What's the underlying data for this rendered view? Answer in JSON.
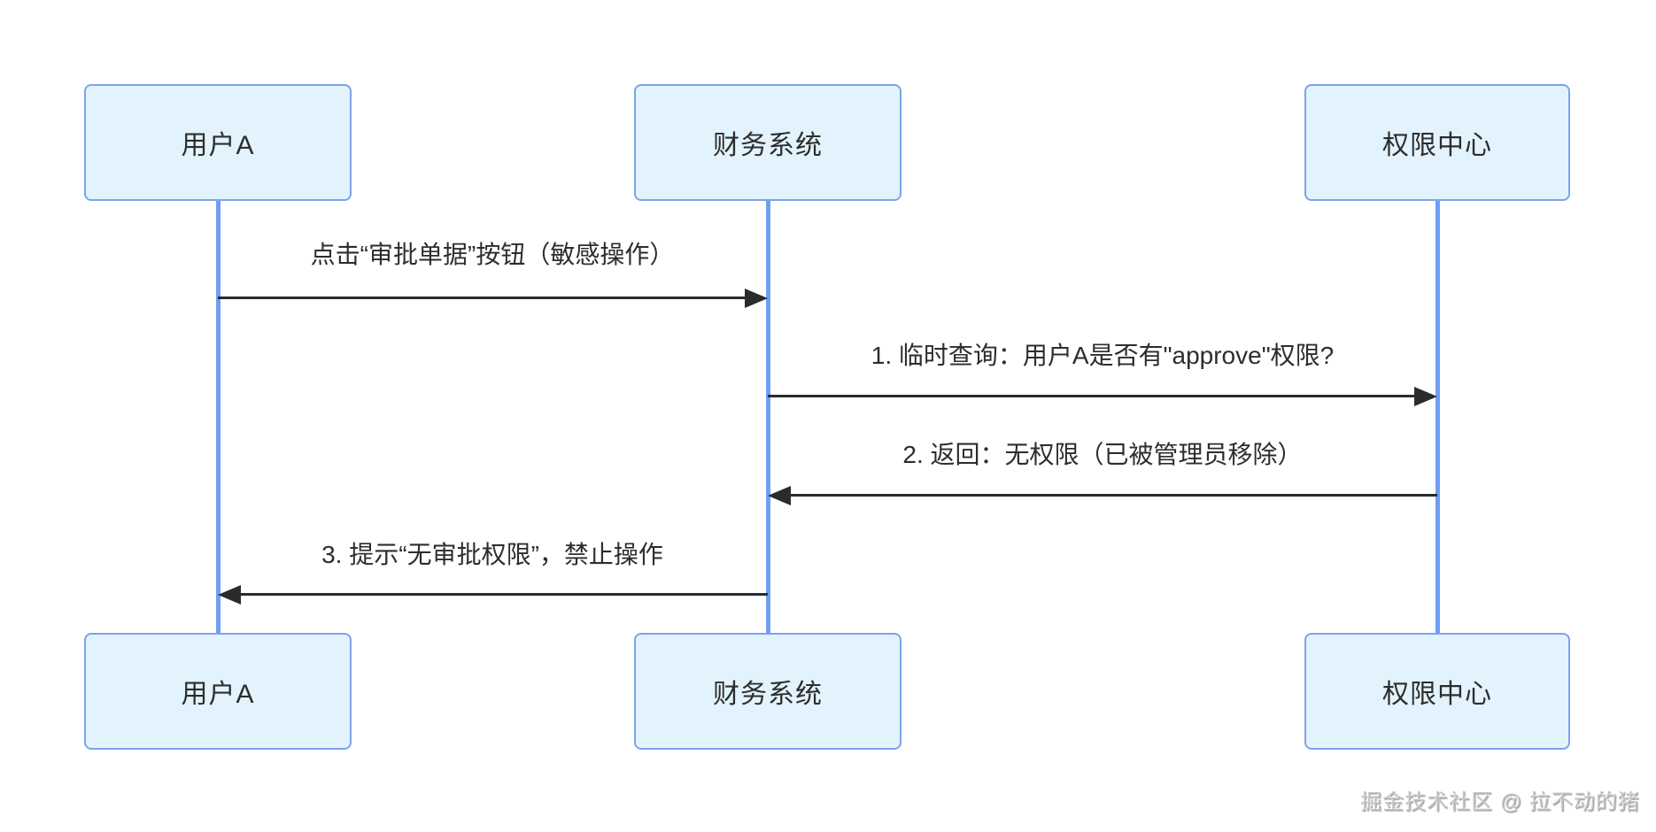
{
  "diagram": {
    "kind": "sequence-diagram"
  },
  "colors": {
    "bg": "#ffffff",
    "actor_fill": "#e2f3fd",
    "actor_border": "#7ba3ec",
    "lifeline": "#6f9ff5",
    "arrow": "#2b2b2b",
    "text": "#2d2d2d",
    "watermark": "#c4c4c4"
  },
  "actors": [
    {
      "label": "用户A"
    },
    {
      "label": "财务系统"
    },
    {
      "label": "权限中心"
    }
  ],
  "messages": [
    {
      "label": "点击“审批单据”按钮（敏感操作）",
      "from": "用户A",
      "to": "财务系统",
      "direction": "right"
    },
    {
      "label": "1. 临时查询：用户A是否有\"approve\"权限?",
      "from": "财务系统",
      "to": "权限中心",
      "direction": "right"
    },
    {
      "label": "2. 返回：无权限（已被管理员移除）",
      "from": "权限中心",
      "to": "财务系统",
      "direction": "left"
    },
    {
      "label": "3. 提示“无审批权限”，禁止操作",
      "from": "财务系统",
      "to": "用户A",
      "direction": "left"
    }
  ],
  "watermark": {
    "text": "掘金技术社区 @ 拉不动的猪"
  }
}
